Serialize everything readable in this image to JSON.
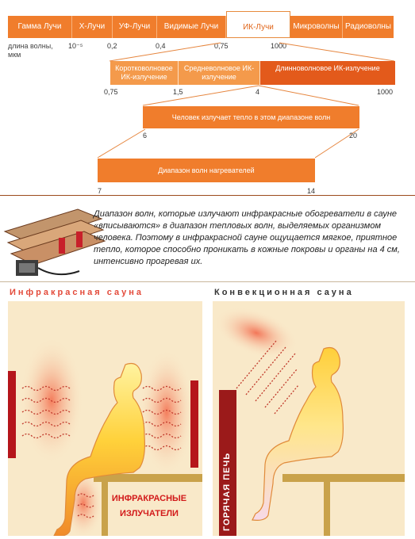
{
  "spectrum": {
    "bands": [
      "Гамма Лучи",
      "Х-Лучи",
      "УФ-Лучи",
      "Видимые Лучи",
      "ИК-Лучи",
      "Микроволны",
      "Радиоволны"
    ],
    "highlighted": "ИК-Лучи",
    "ticks": [
      "10⁻⁵",
      "0,2",
      "0,4",
      "0,75",
      "1000"
    ],
    "axis_label": "длина волны, мкм"
  },
  "ir_bands": {
    "items": [
      "Коротковолновое ИК-излучение",
      "Средневолновое ИК-излучение",
      "Длинноволновое ИК-излучение"
    ],
    "ticks": [
      "0,75",
      "1,5",
      "4",
      "1000"
    ]
  },
  "human_range": {
    "label": "Человек излучает тепло в этом диапазоне волн",
    "ticks": [
      "6",
      "20"
    ]
  },
  "heater_range": {
    "label": "Диапазон волн нагревателей",
    "ticks": [
      "7",
      "14"
    ]
  },
  "caption": "Диапазон волн, которые излучают инфракрасные обогреватели в сауне «вписываются» в диапазон тепловых волн, выделяемых организмом человека. Поэтому в инфракрасной сауне ощущается мягкое, приятное тепло, которое способно проникать в кожные покровы и органы на 4 см, интенсивно прогревая их.",
  "saunas": {
    "infrared": {
      "title": "Инфракрасная сауна",
      "heater_label_1": "ИНФРАКРАСНЫЕ",
      "heater_label_2": "ИЗЛУЧАТЕЛИ"
    },
    "convection": {
      "title": "Конвекционная сауна",
      "stove_label": "ГОРЯЧАЯ ПЕЧЬ"
    }
  },
  "colors": {
    "orange": "#f07d2c",
    "dark_orange": "#e35a1b",
    "heater_red": "#b5151b",
    "panel_bg": "#f9e9c9"
  }
}
